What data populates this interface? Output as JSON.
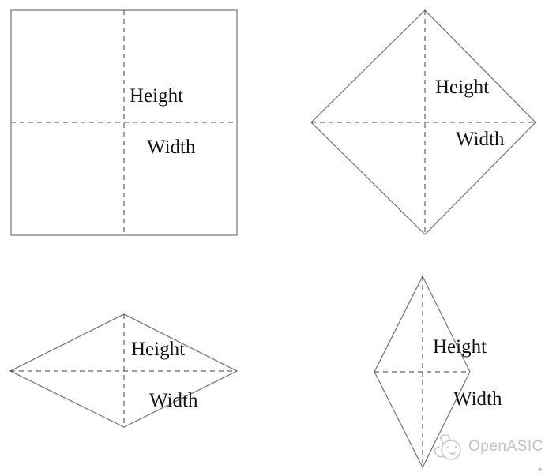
{
  "panels": [
    {
      "shape": "square",
      "height_label": "Height",
      "width_label": "Width"
    },
    {
      "shape": "diamond",
      "height_label": "Height",
      "width_label": "Width"
    },
    {
      "shape": "wide-diamond",
      "height_label": "Height",
      "width_label": "Width"
    },
    {
      "shape": "tall-diamond",
      "height_label": "Height",
      "width_label": "Width"
    }
  ],
  "watermark": {
    "text": "OpenASIC",
    "logo": "openasic-mascot-icon"
  },
  "corner_mark": "+",
  "colors": {
    "outline": "#7d7d7d",
    "dash": "#3f3f3f",
    "label": "#141414",
    "watermark": "#c3c3c3"
  }
}
